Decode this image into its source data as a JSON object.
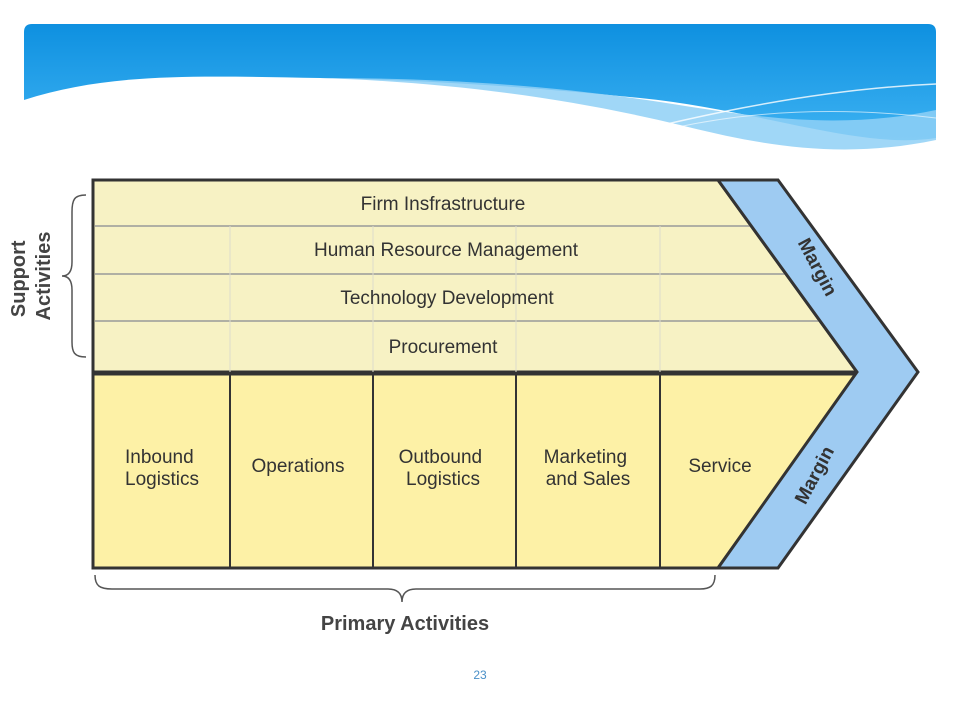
{
  "diagram": {
    "support_group_label": [
      "Support",
      "Activities"
    ],
    "support_activities": [
      "Firm Insfrastructure",
      "Human Resource Management",
      "Technology Development",
      "Procurement"
    ],
    "primary_activities": [
      [
        "Inbound",
        "Logistics"
      ],
      [
        "Operations"
      ],
      [
        "Outbound",
        "Logistics"
      ],
      [
        "Marketing",
        "and Sales"
      ],
      [
        "Service"
      ]
    ],
    "primary_group_label": "Primary Activities",
    "margin_label_upper": "Margin",
    "margin_label_lower": "Margin"
  },
  "colors": {
    "banner_blue": "#1a9be8",
    "support_fill": "#f7f2c4",
    "primary_fill": "#fdf1a6",
    "margin_fill": "#9ecbf2",
    "outline": "#333333"
  },
  "slide_number": "23"
}
